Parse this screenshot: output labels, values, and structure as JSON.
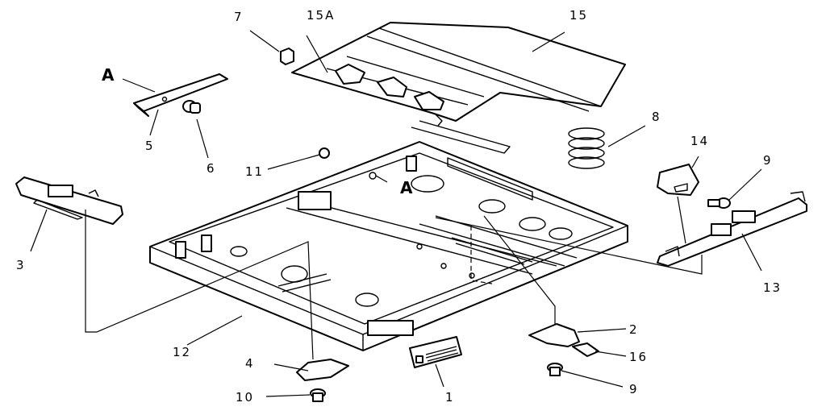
{
  "labels": {
    "p1": "1",
    "p2": "2",
    "p3": "3",
    "p4": "4",
    "p5": "5",
    "p6": "6",
    "p7": "7",
    "p8": "8",
    "p9a": "9",
    "p9b": "9",
    "p10": "10",
    "p11": "11",
    "p12": "12",
    "p13": "13",
    "p14": "14",
    "p15": "15",
    "p15a": "15A",
    "p16": "16",
    "refA1": "A",
    "refA2": "A"
  }
}
